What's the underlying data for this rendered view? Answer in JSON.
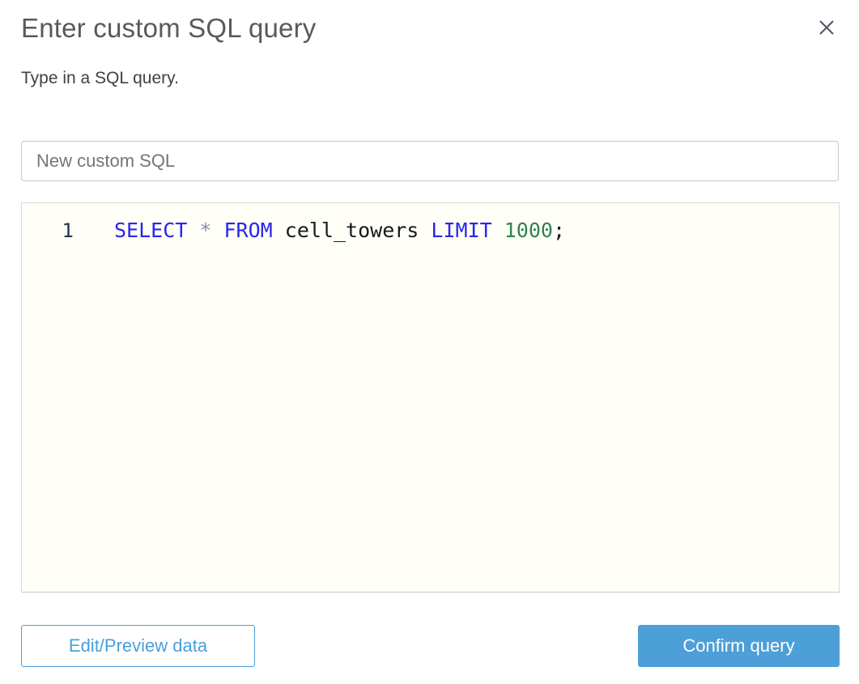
{
  "dialog": {
    "title": "Enter custom SQL query",
    "subtitle": "Type in a SQL query."
  },
  "icons": {
    "close": "✕"
  },
  "query_name_input": {
    "value": "New custom SQL"
  },
  "editor": {
    "query": "SELECT * FROM cell_towers LIMIT 1000;",
    "lines": [
      {
        "number": "1",
        "tokens": [
          {
            "text": "SELECT",
            "type": "keyword"
          },
          {
            "text": " ",
            "type": "plain"
          },
          {
            "text": "*",
            "type": "operator"
          },
          {
            "text": " ",
            "type": "plain"
          },
          {
            "text": "FROM",
            "type": "keyword"
          },
          {
            "text": " ",
            "type": "plain"
          },
          {
            "text": "cell_towers",
            "type": "identifier"
          },
          {
            "text": " ",
            "type": "plain"
          },
          {
            "text": "LIMIT",
            "type": "keyword"
          },
          {
            "text": " ",
            "type": "plain"
          },
          {
            "text": "1000",
            "type": "number"
          },
          {
            "text": ";",
            "type": "plain"
          }
        ]
      }
    ]
  },
  "footer": {
    "edit_preview_label": "Edit/Preview data",
    "confirm_label": "Confirm query"
  },
  "colors": {
    "accent_blue": "#4d9fd8",
    "title_gray": "#595959",
    "editor_background": "#fffef7",
    "keyword_blue": "#2727ee",
    "operator_gray_blue": "#8590b0",
    "number_green": "#2f8352",
    "identifier_black": "#16181d",
    "line_number_navy": "#243146"
  }
}
